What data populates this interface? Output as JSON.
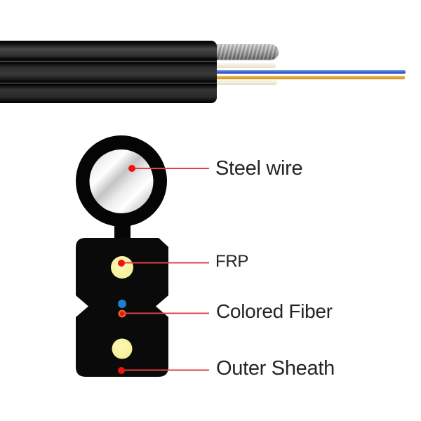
{
  "page_bg": "#ffffff",
  "cable": {
    "parts": [
      "cable-jacket",
      "steel-wire-exposed",
      "aramid-strand",
      "blue-fiber",
      "orange-fiber"
    ]
  },
  "callouts": [
    {
      "id": "steel-wire",
      "label": "Steel wire"
    },
    {
      "id": "frp",
      "label": "FRP"
    },
    {
      "id": "colored-fiber",
      "label": "Colored Fiber"
    },
    {
      "id": "outer-sheath",
      "label": "Outer Sheath"
    }
  ],
  "colors": {
    "page_bg": "#ffffff",
    "sheath_black": "#0a0a0a",
    "steel_gray": "#a2a2a2",
    "silver_core_light": "#ffffff",
    "silver_core_dark": "#bdbdbd",
    "frp_yellow": "#f6f19e",
    "fiber_blue_dot": "#1f7ecb",
    "fiber_orange_dot": "#f06522",
    "loose_fiber_blue": "#3a63cc",
    "loose_fiber_blue_hi": "#7d9ce6",
    "loose_fiber_orange": "#e09f33",
    "loose_fiber_orange_hi": "#f3c05e",
    "strand_cream": "#f0ecd9",
    "callout_line_red": "#dd4444",
    "callout_dot_red": "#ec1410",
    "label_text": "#242424"
  }
}
